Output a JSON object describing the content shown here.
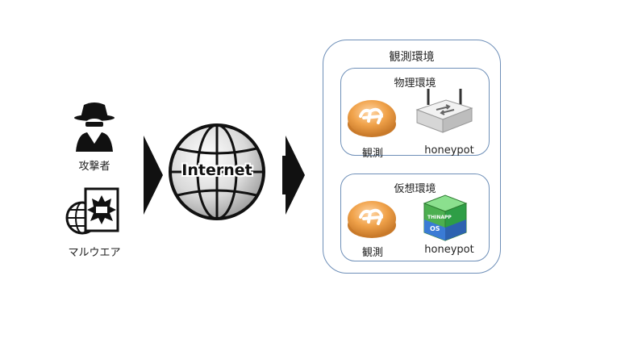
{
  "left": {
    "attacker_label": "攻撃者",
    "malware_label": "マルウエア"
  },
  "center": {
    "globe_text": "Internet"
  },
  "observation": {
    "title": "観測環境",
    "physical": {
      "title": "物理環境",
      "observer_label": "観測",
      "honeypot_label": "honeypot"
    },
    "virtual": {
      "title": "仮想環境",
      "observer_label": "観測",
      "honeypot_label": "honeypot",
      "box_text_top": "THINAPP",
      "box_text_os": "OS"
    }
  },
  "colors": {
    "panel_border": "#6e8fb8",
    "router_orange": "#f0a24a",
    "vm_green": "#4caf50",
    "vm_blue": "#3a7bd5"
  },
  "icons": [
    "spy-icon",
    "malware-icon",
    "arrow-right-icon",
    "globe-icon",
    "router-icon",
    "switch-icon",
    "vm-box-icon"
  ]
}
